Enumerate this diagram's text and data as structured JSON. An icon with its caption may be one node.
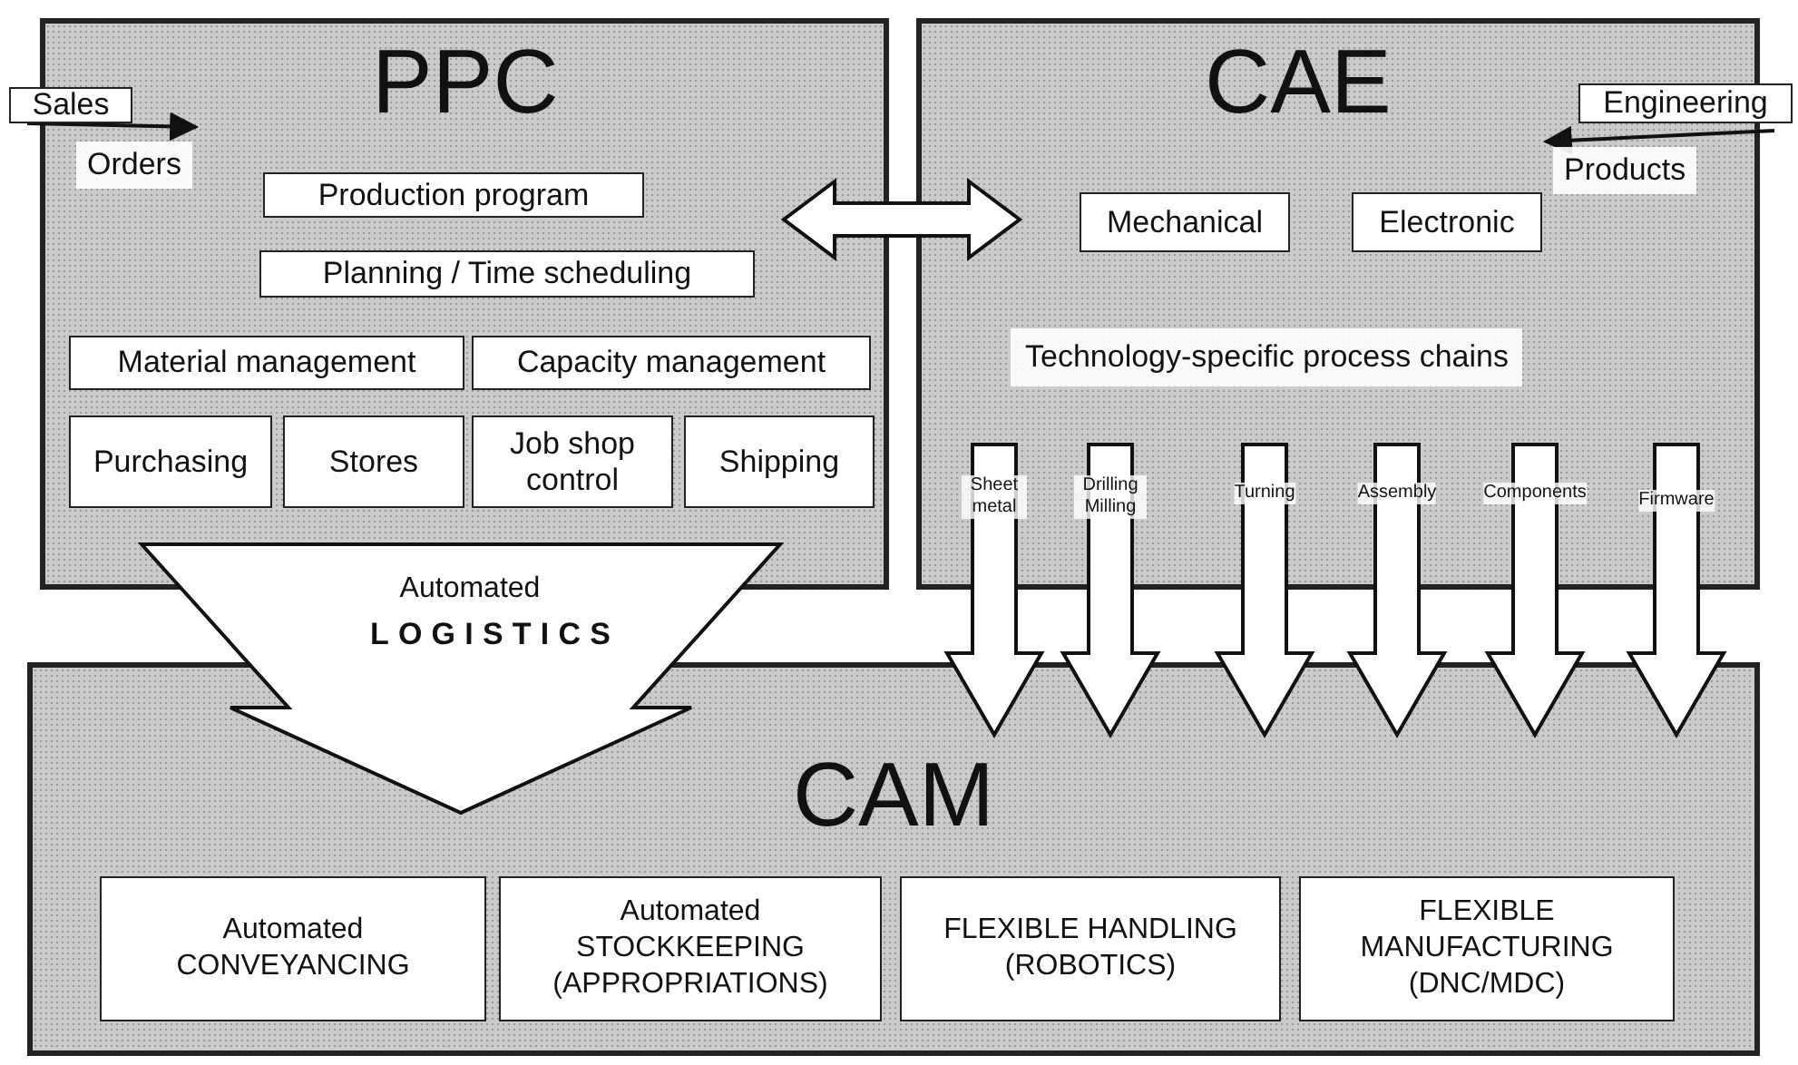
{
  "diagram": {
    "nodes": [
      {
        "text": [
          "PPC"
        ]
      },
      {
        "text": [
          "Sales"
        ]
      },
      {
        "text": [
          "Production program"
        ],
        "in": 0
      },
      {
        "text": [
          "Planning / Time scheduling"
        ],
        "in": 0
      },
      {
        "text": [
          "Material management"
        ],
        "in": 0
      },
      {
        "text": [
          "Capacity management"
        ],
        "in": 0
      },
      {
        "text": [
          "Purchasing"
        ],
        "in": 0
      },
      {
        "text": [
          "Stores"
        ],
        "in": 0
      },
      {
        "text": [
          "Job shop control"
        ],
        "in": 0
      },
      {
        "text": [
          "Shipping"
        ],
        "in": 0
      },
      {
        "text": [
          "CAE"
        ]
      },
      {
        "text": [
          "Engineering"
        ]
      },
      {
        "text": [
          "Mechanical"
        ],
        "in": 10
      },
      {
        "text": [
          "Electronic"
        ],
        "in": 10
      },
      {
        "text": [
          "CAM"
        ]
      },
      {
        "text": [
          "Automated CONVEYANCING"
        ],
        "in": 14
      },
      {
        "text": [
          "Automated STOCKKEEPING (APPROPRIATIONS)"
        ],
        "in": 14
      },
      {
        "text": [
          "FLEXIBLE HANDLING (ROBOTICS)"
        ],
        "in": 14
      },
      {
        "text": [
          "FLEXIBLE MANUFACTURING (DNC/MDC)"
        ],
        "in": 14
      }
    ],
    "edges": [
      {
        "from": 1,
        "to": null,
        "arrow": "to",
        "label": "Orders"
      },
      {
        "from": 11,
        "to": null,
        "arrow": "to",
        "label": "Products"
      },
      {
        "from": 0,
        "to": 10,
        "arrow": "both",
        "style": "thick"
      },
      {
        "from": 0,
        "to": 14,
        "arrow": "to",
        "style": "thick",
        "label": "Automated **LOGISTICS**"
      },
      {
        "from": 10,
        "to": 14,
        "arrow": "to",
        "style": "thick",
        "label": "Sheet metal"
      },
      {
        "from": 10,
        "to": 14,
        "arrow": "to",
        "style": "thick",
        "label": "Drilling Milling"
      },
      {
        "from": 10,
        "to": 14,
        "arrow": "to",
        "style": "thick",
        "label": "Turning"
      },
      {
        "from": 10,
        "to": 14,
        "arrow": "to",
        "style": "thick",
        "label": "Assembly"
      },
      {
        "from": 10,
        "to": 14,
        "arrow": "to",
        "style": "thick",
        "label": "Components"
      },
      {
        "from": 10,
        "to": 14,
        "arrow": "to",
        "style": "thick",
        "label": "Firmware"
      }
    ],
    "labels": [
      "Technology-specific process chains"
    ]
  }
}
